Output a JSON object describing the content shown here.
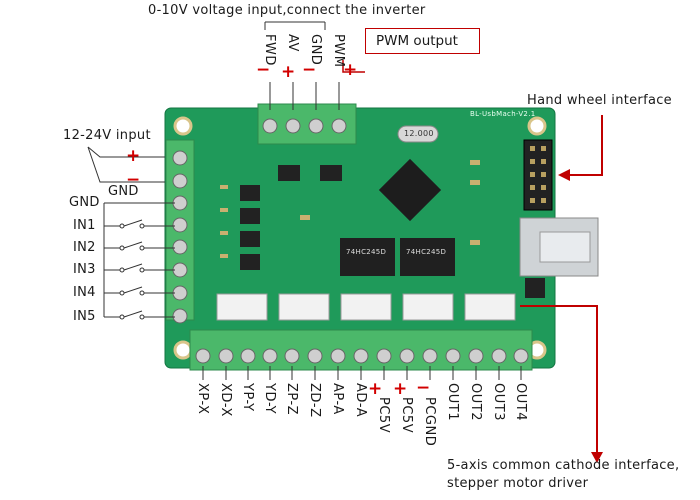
{
  "title": "0-10V voltage input,connect the inverter",
  "top_pins": [
    "FWD",
    "AV",
    "GND",
    "PWM"
  ],
  "pwm_box": "PWM output",
  "hand_wheel": "Hand wheel interface",
  "power_label": "12-24V input",
  "power_gnd": "GND",
  "left_labels": [
    "GND",
    "IN1",
    "IN2",
    "IN3",
    "IN4",
    "IN5"
  ],
  "bottom_pins": [
    "XP-X",
    "XD-X",
    "YP-Y",
    "YD-Y",
    "ZP-Z",
    "ZD-Z",
    "AP-A",
    "AD-A",
    "PC5V",
    "PC5V",
    "PCGND",
    "OUT1",
    "OUT2",
    "OUT3",
    "OUT4"
  ],
  "bottom_note_1": "5-axis common cathode interface,",
  "bottom_note_2": "stepper motor driver",
  "board": {
    "model": "BL-UsbMach-V2.1",
    "crystal": "12.000",
    "chips": [
      "74HC245D",
      "74HC245D"
    ]
  }
}
